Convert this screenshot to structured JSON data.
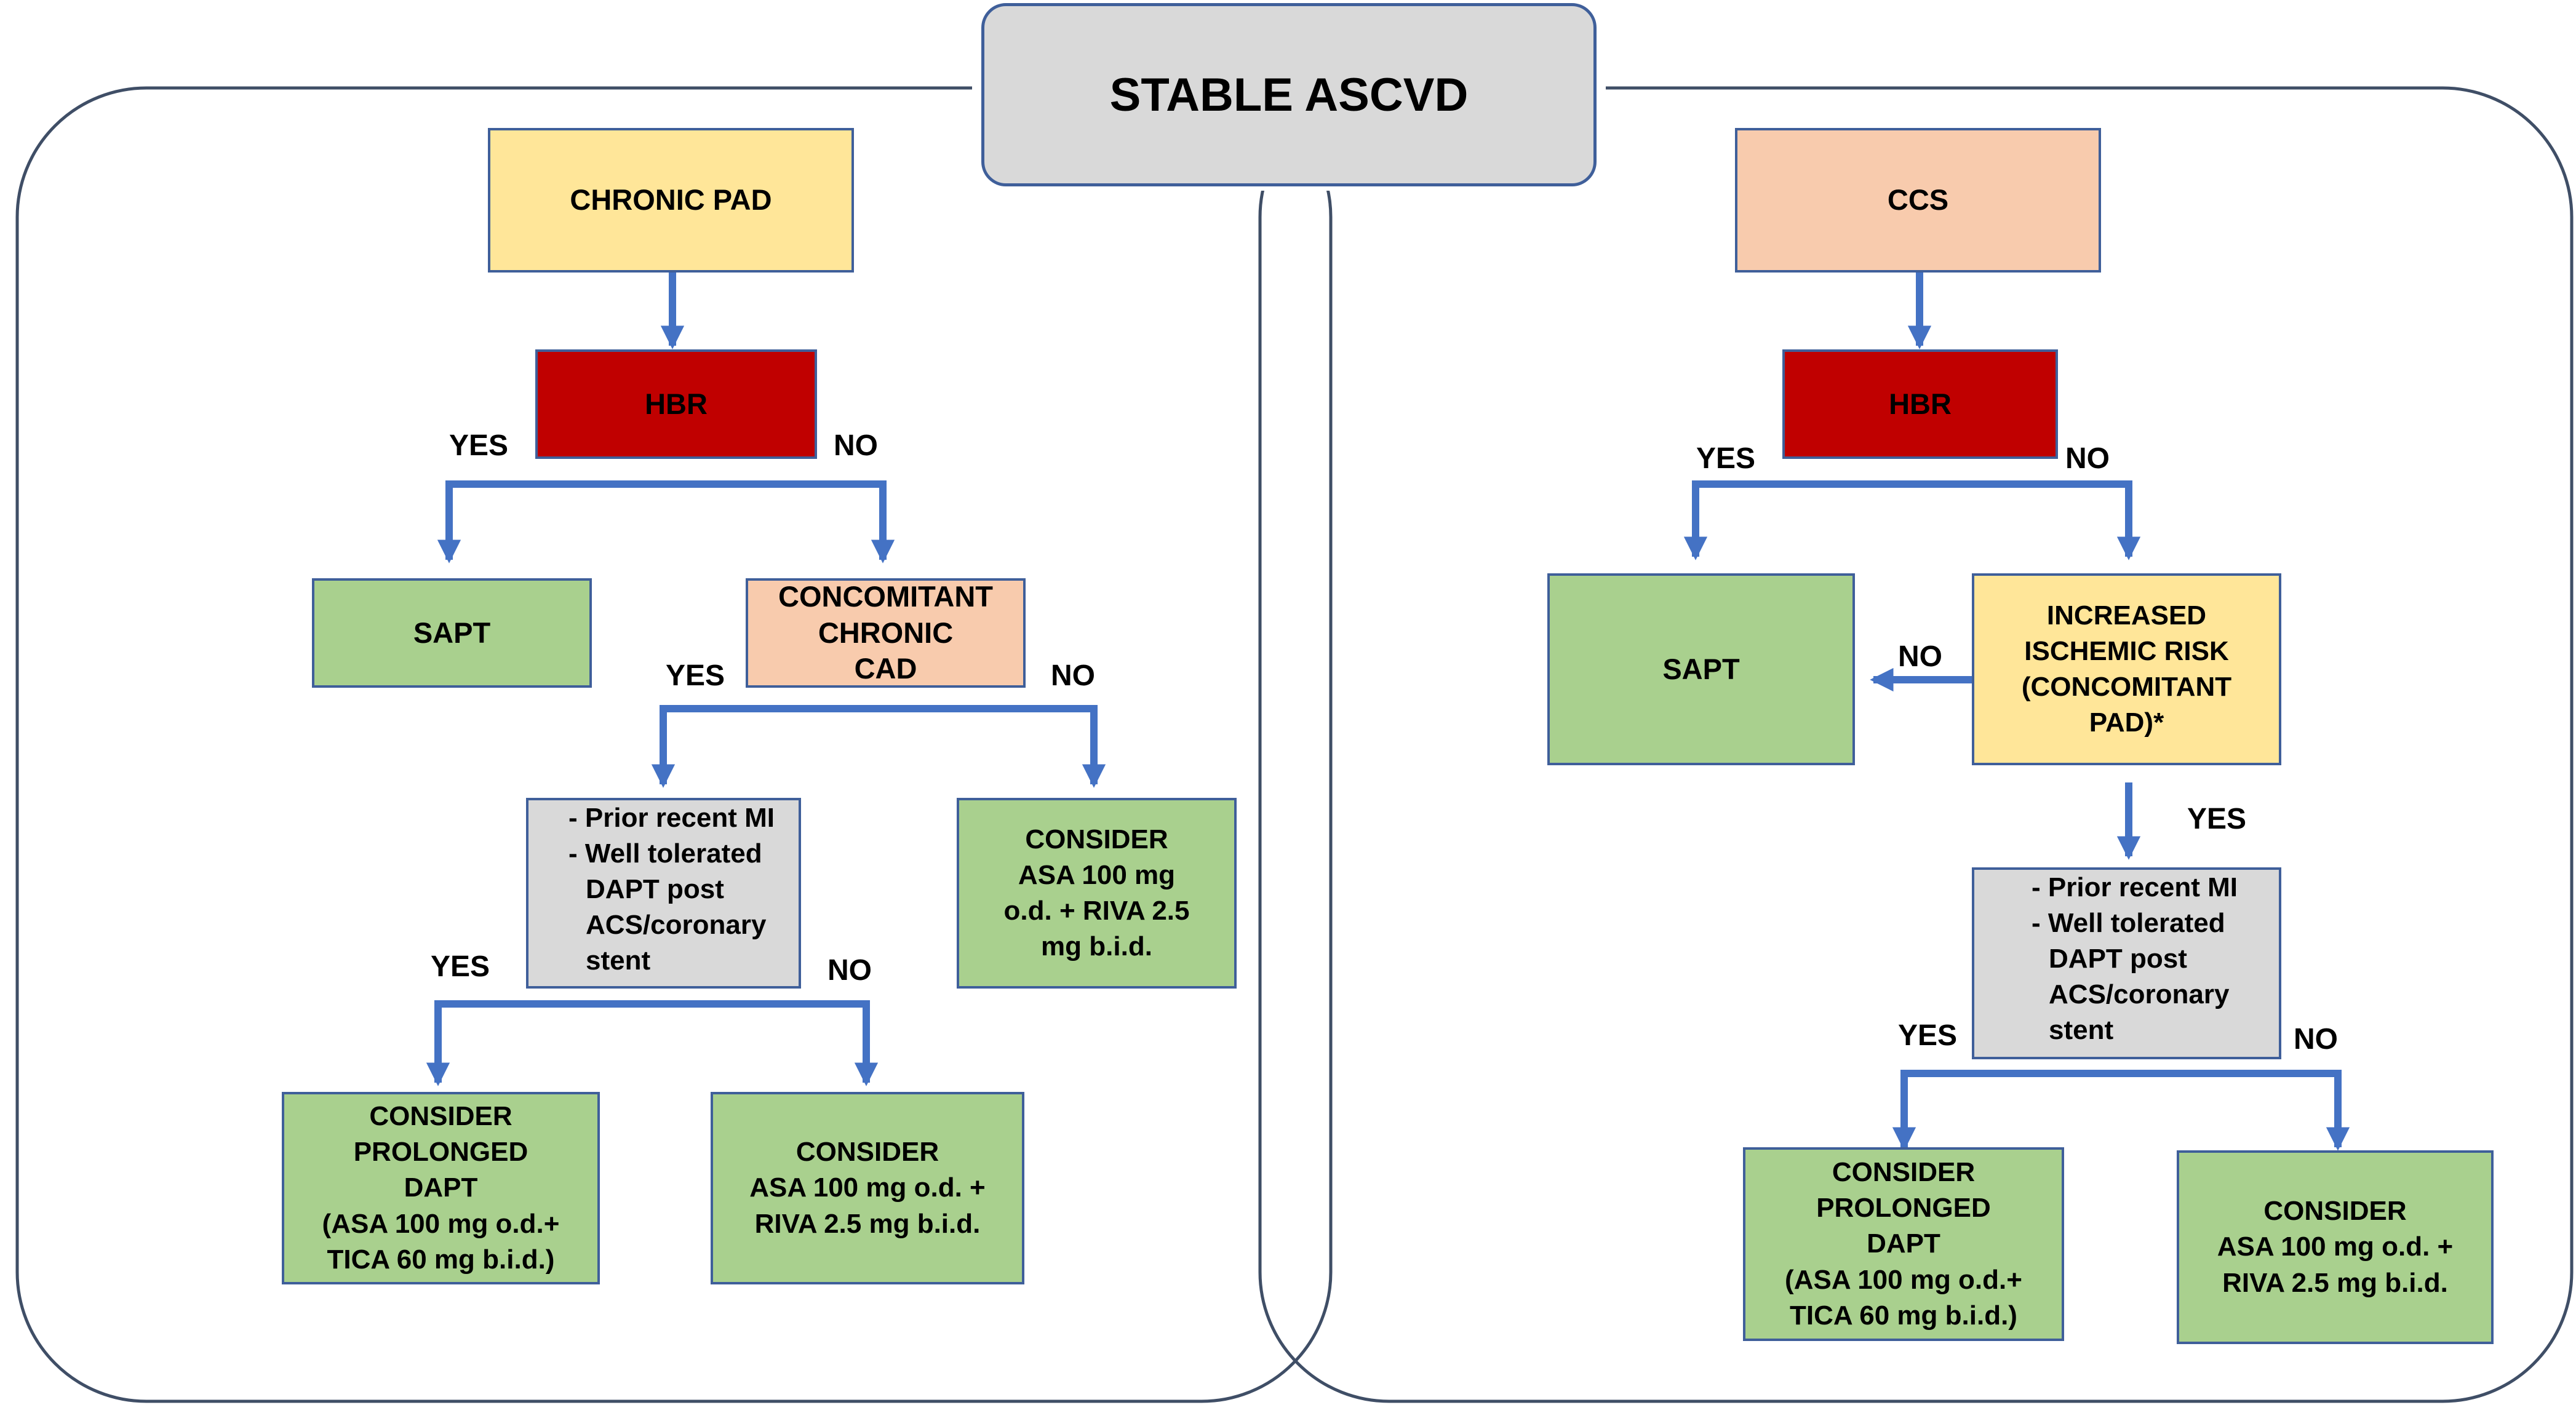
{
  "title": "STABLE ASCVD",
  "left_panel": {
    "start": "CHRONIC PAD",
    "hbr": "HBR",
    "hbr_yes": "YES",
    "hbr_no": "NO",
    "sapt": "SAPT",
    "concomitant": [
      "CONCOMITANT",
      "CHRONIC",
      "CAD"
    ],
    "concomitant_yes": "YES",
    "concomitant_no": "NO",
    "criteria": [
      "- Prior recent MI",
      "- Well tolerated",
      "DAPT  post",
      "ACS/coronary",
      "stent"
    ],
    "criteria_yes": "YES",
    "criteria_no": "NO",
    "consider_riva_no_cad": [
      "CONSIDER",
      "ASA 100 mg",
      "o.d. + RIVA 2.5",
      "mg b.i.d."
    ],
    "consider_dapt": [
      "CONSIDER",
      "PROLONGED",
      "DAPT",
      "(ASA 100 mg o.d.+",
      "TICA 60 mg b.i.d.)"
    ],
    "consider_riva": [
      "CONSIDER",
      "ASA 100 mg o.d. +",
      "RIVA 2.5 mg b.i.d."
    ]
  },
  "right_panel": {
    "start": "CCS",
    "hbr": "HBR",
    "hbr_yes": "YES",
    "hbr_no": "NO",
    "sapt": "SAPT",
    "ischemic": [
      "INCREASED",
      "ISCHEMIC RISK",
      "(CONCOMITANT",
      "PAD)*"
    ],
    "ischemic_no": "NO",
    "ischemic_yes": "YES",
    "criteria": [
      "- Prior recent MI",
      "- Well tolerated",
      "DAPT  post",
      "ACS/coronary",
      "stent"
    ],
    "criteria_yes": "YES",
    "criteria_no": "NO",
    "consider_dapt": [
      "CONSIDER",
      "PROLONGED",
      "DAPT",
      "(ASA 100 mg o.d.+",
      "TICA 60 mg b.i.d.)"
    ],
    "consider_riva": [
      "CONSIDER",
      "ASA 100 mg o.d. +",
      "RIVA 2.5 mg b.i.d."
    ]
  },
  "colors": {
    "border": "#3f5f9a",
    "arrow": "#4472c4",
    "yellow": "#ffe699",
    "salmon": "#f8cbad",
    "red": "#c00000",
    "green": "#a9d08e",
    "grey": "#d9d9d9"
  }
}
